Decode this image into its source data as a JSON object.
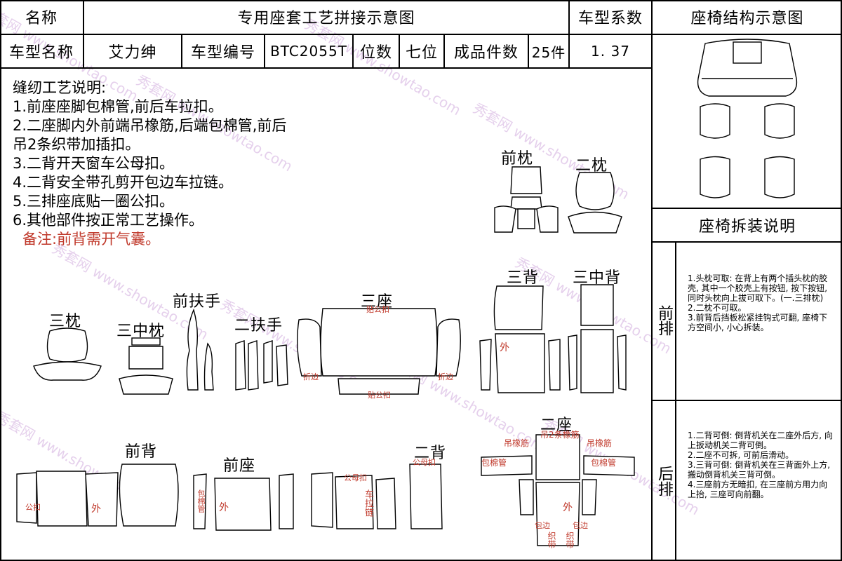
{
  "header": {
    "name_label": "名称",
    "main_title": "专用座套工艺拼接示意图",
    "coeff_label": "车型系数",
    "struct_title": "座椅结构示意图"
  },
  "info_row": {
    "model_name_label": "车型名称",
    "model_name": "艾力绅",
    "model_code_label": "车型编号",
    "model_code": "BTC2055T",
    "seats_label": "位数",
    "seats": "七位",
    "pieces_label": "成品件数",
    "pieces": "25件",
    "coeff": "1. 37"
  },
  "notes": {
    "title": "缝纫工艺说明:",
    "lines": [
      "1.前座座脚包棉管,前后车拉扣。",
      "2.二座脚内外前端吊橡筋,后端包棉管,前后",
      "吊2条织带加插扣。",
      "3.二背开天窗车公母扣。",
      "4.二背安全带孔剪开包边车拉链。",
      "5.三排座底贴一圈公扣。",
      "6.其他部件按正常工艺操作。"
    ],
    "remark": "备注:前背需开气囊。"
  },
  "piece_labels": {
    "front_pillow": "前枕",
    "second_pillow": "二枕",
    "third_pillow": "三枕",
    "third_mid_pillow": "三中枕",
    "front_armrest": "前扶手",
    "second_armrest": "二扶手",
    "third_seat": "三座",
    "third_back": "三背",
    "third_mid_back": "三中背",
    "front_back": "前背",
    "front_seat": "前座",
    "second_back": "二背",
    "second_seat": "二座"
  },
  "red_labels": {
    "tie_gong_kou": "贴公扣",
    "zhe_bian": "折边",
    "gong_kou": "公扣",
    "gong_mu_kou": "公母扣",
    "wai": "外",
    "bao_mian_guan": "包棉管",
    "che_la_lian": "车拉链",
    "diao_xiang_jin": "吊橡筋",
    "diao_2_xiang_jin": "吊2条橡筋",
    "zhi_dai": "织带",
    "bao_bian": "包边"
  },
  "disassembly": {
    "title": "座椅拆装说明",
    "front_row_label": "前排",
    "front_row": [
      "1.头枕可取: 在背上有两个插头枕的胶壳, 其中一个胶壳上有按钮, 按下按钮, 同时头枕向上拔可取下。(一.三排枕)",
      "2.二枕不可取。",
      "3.前背后挡板松紧挂钩式可翻, 座椅下方空间小, 小心拆装。"
    ],
    "rear_row_label": "后排",
    "rear_row": [
      "1.二背可倒: 倒背机关在二座外后方, 向上扳动机关二背可倒。",
      "2.二座不可拆, 可前后滑动。",
      "3.三背可倒: 倒背机关在三背面外上方, 搬动倒背机关三背可倒。",
      "4.三座前方无暗扣, 在三座前方用力向上抬, 三座可向前翻。"
    ]
  },
  "watermark": {
    "text": "秀套网 www.showtao.com"
  }
}
